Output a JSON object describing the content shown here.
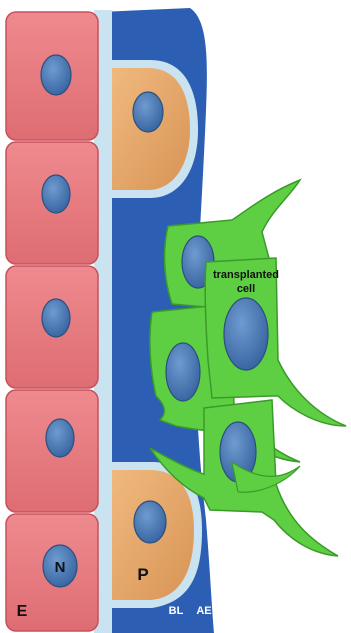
{
  "labels": {
    "transplanted_line1": "transplanted",
    "transplanted_line2": "cell",
    "nucleus": "N",
    "pericyte": "P",
    "epithelium": "E",
    "basal_lamina": "BL",
    "adventitia_endothelium": "AE"
  },
  "colors": {
    "epithelial_cell": "#e57a7f",
    "epithelial_outline": "#c8505a",
    "nucleus": "#4a78b0",
    "nucleus_outline": "#2b4f7f",
    "pericyte": "#e8a86b",
    "basal_lamina": "#c9e4f0",
    "adventitia": "#2c5fb4",
    "transplanted_cell": "#5ecf43",
    "transplanted_outline": "#3a9a2a"
  }
}
